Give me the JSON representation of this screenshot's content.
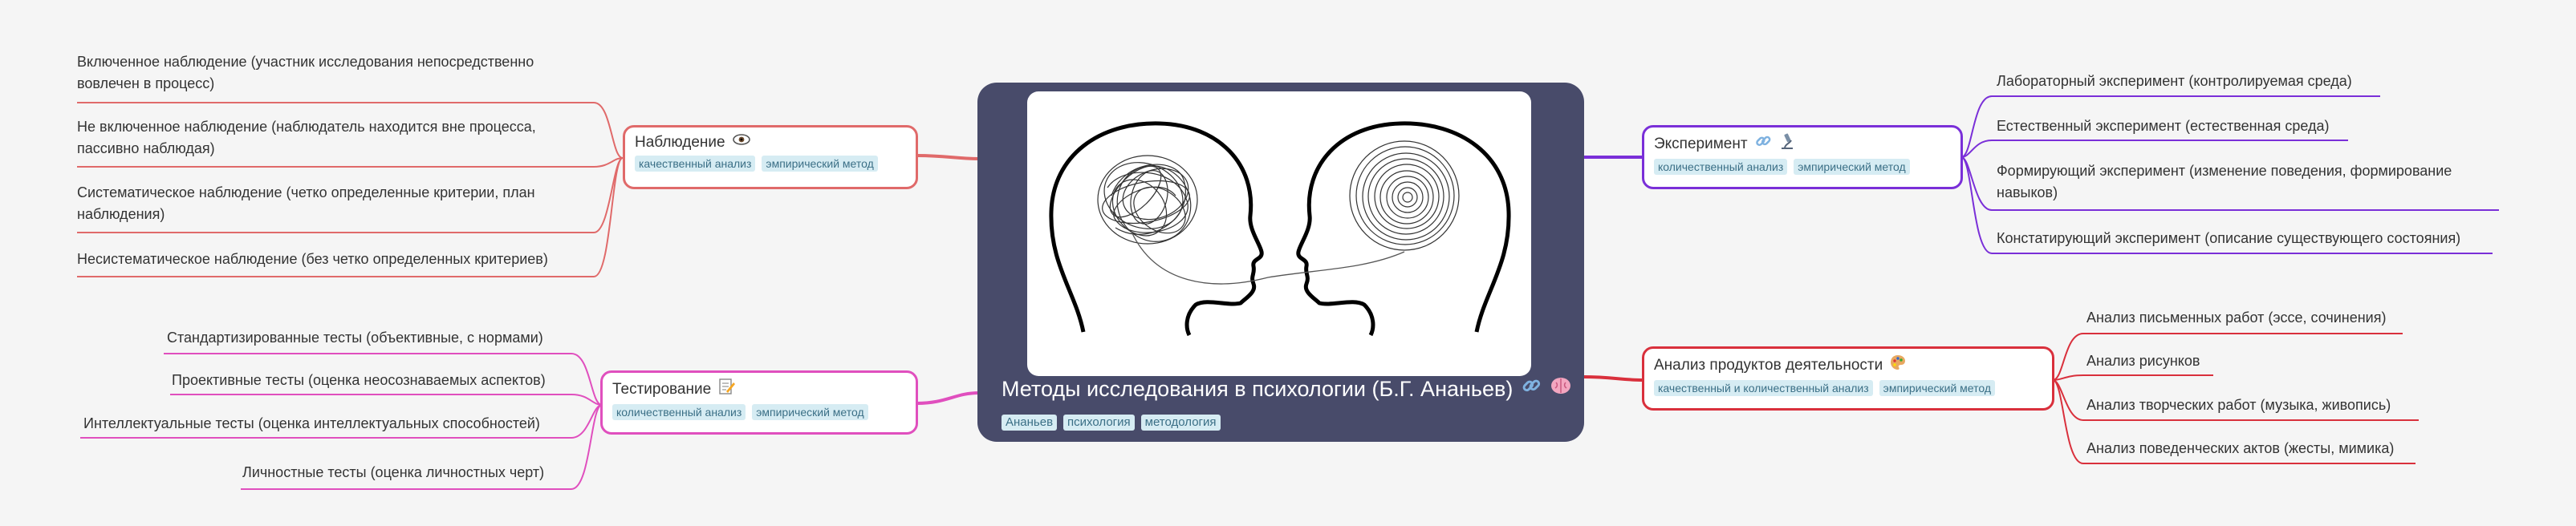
{
  "colors": {
    "background": "#f5f5f5",
    "center_fill": "#484b6a",
    "observation": "#e06a6a",
    "testing": "#e04fbe",
    "experiment": "#7a2fd8",
    "products": "#d9303c",
    "tag_bg": "#d6ecf3"
  },
  "center": {
    "title": "Методы исследования в психологии (Б.Г. Ананьев)",
    "icons": [
      "link-icon",
      "brain-icon"
    ],
    "tags": [
      "Ананьев",
      "психология",
      "методология"
    ]
  },
  "observation": {
    "title": "Наблюдение",
    "icon": "eye-icon",
    "tags": [
      "качественный анализ",
      "эмпирический метод"
    ],
    "items": [
      "Включенное наблюдение (участник исследования непосредственно вовлечен в процесс)",
      "Не включенное наблюдение (наблюдатель находится вне процесса, пассивно наблюдая)",
      "Систематическое наблюдение (четко определенные критерии, план наблюдения)",
      "Несистематическое наблюдение (без четко определенных критериев)"
    ]
  },
  "testing": {
    "title": "Тестирование",
    "icon": "memo-icon",
    "tags": [
      "количественный анализ",
      "эмпирический метод"
    ],
    "items": [
      "Стандартизированные тесты (объективные, с нормами)",
      "Проективные тесты (оценка неосознаваемых аспектов)",
      "Интеллектуальные тесты (оценка интеллектуальных способностей)",
      "Личностные тесты (оценка личностных черт)"
    ]
  },
  "experiment": {
    "title": "Эксперимент",
    "icons": [
      "link-icon",
      "microscope-icon"
    ],
    "tags": [
      "количественный анализ",
      "эмпирический метод"
    ],
    "items": [
      "Лабораторный эксперимент (контролируемая среда)",
      "Естественный эксперимент (естественная среда)",
      "Формирующий эксперимент (изменение поведения, формирование навыков)",
      "Констатирующий эксперимент (описание существующего состояния)"
    ]
  },
  "products": {
    "title": "Анализ продуктов деятельности",
    "icon": "palette-icon",
    "tags": [
      "качественный и количественный анализ",
      "эмпирический метод"
    ],
    "items": [
      "Анализ письменных работ (эссе, сочинения)",
      "Анализ рисунков",
      "Анализ творческих работ (музыка, живопись)",
      "Анализ поведенческих актов (жесты, мимика)"
    ]
  }
}
